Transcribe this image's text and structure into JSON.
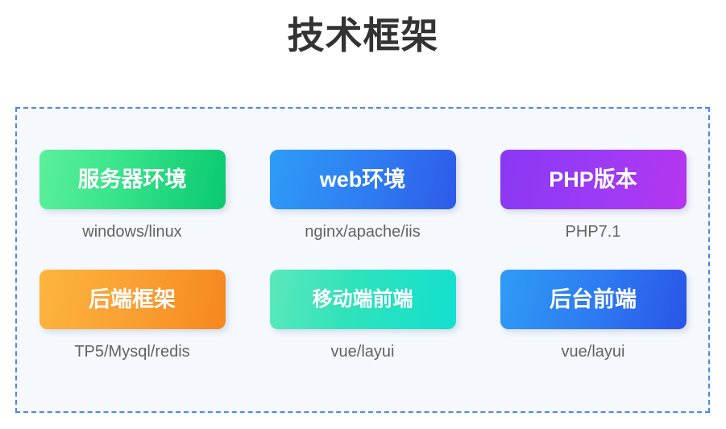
{
  "page": {
    "title": "技术框架",
    "background_color": "#ffffff",
    "title_color": "#333333"
  },
  "panel": {
    "border_style": "dashed",
    "border_color": "#4a86f7",
    "background_color": "#f5f8fd"
  },
  "cards": [
    {
      "label": "服务器环境",
      "caption": "windows/linux",
      "gradient_from": "#5cf09b",
      "gradient_to": "#09c96f",
      "style": "grad-green"
    },
    {
      "label": "web环境",
      "caption": "nginx/apache/iis",
      "gradient_from": "#2e9cf7",
      "gradient_to": "#2d5ae9",
      "style": "grad-blue"
    },
    {
      "label": "PHP版本",
      "caption": "PHP7.1",
      "gradient_from": "#8a38f5",
      "gradient_to": "#b635ef",
      "style": "grad-purple"
    },
    {
      "label": "后端框架",
      "caption": "TP5/Mysql/redis",
      "gradient_from": "#fcb53e",
      "gradient_to": "#f5881d",
      "style": "grad-orange"
    },
    {
      "label": "移动端前端",
      "caption": "vue/layui",
      "gradient_from": "#5ce8bb",
      "gradient_to": "#13e0cf",
      "style": "grad-teal"
    },
    {
      "label": "后台前端",
      "caption": "vue/layui",
      "gradient_from": "#2f9cf6",
      "gradient_to": "#2a54e7",
      "style": "grad-blue2"
    }
  ],
  "caption_color": "#636363"
}
